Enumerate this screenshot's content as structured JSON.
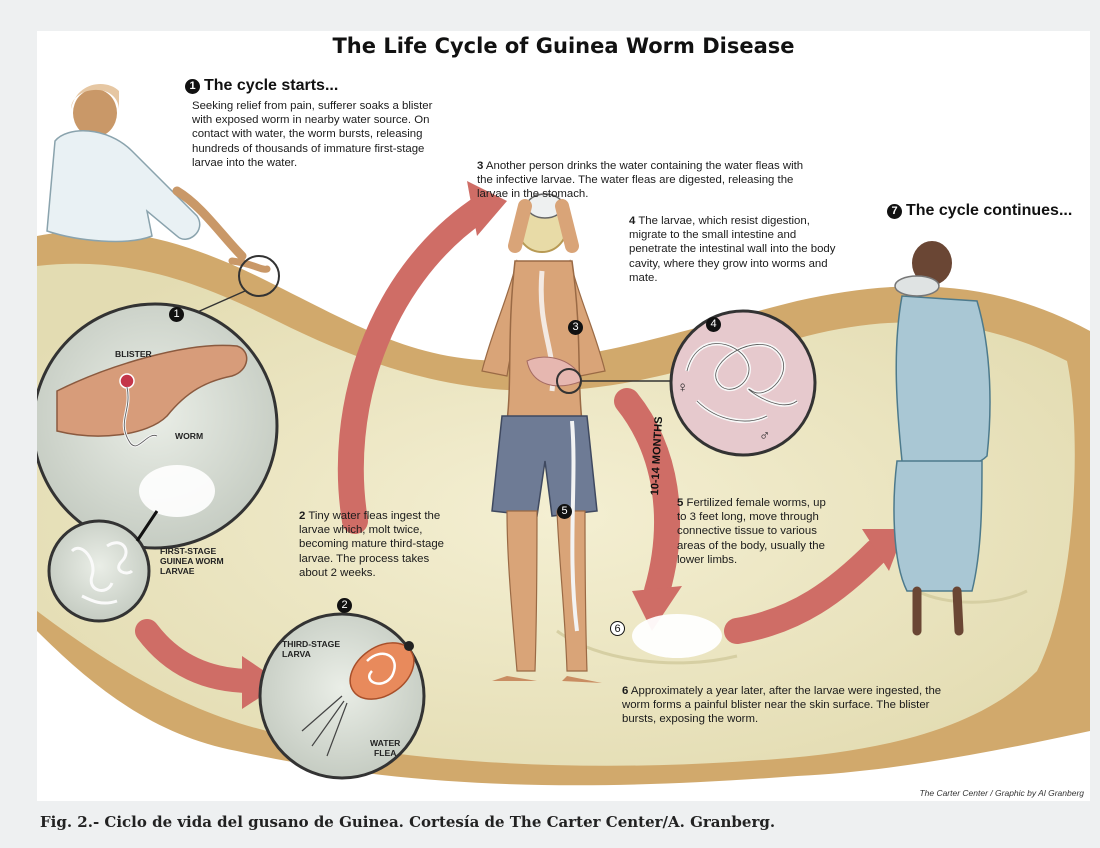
{
  "title": "The Life Cycle of Guinea Worm Disease",
  "step1": {
    "num": "1",
    "heading": "The cycle starts...",
    "text": "Seeking relief from pain, sufferer soaks a blister with exposed worm in nearby water source. On contact with water, the worm bursts, releasing hundreds of thousands of immature first-stage larvae into the water."
  },
  "step2": {
    "num": "2",
    "text": "Tiny water fleas ingest the larvae which, molt twice, becoming mature third-stage larvae. The process takes about 2 weeks."
  },
  "step3": {
    "num": "3",
    "text": "Another person drinks the water containing the water fleas with the infective larvae. The water fleas are digested, releasing the larvae in the stomach."
  },
  "step4": {
    "num": "4",
    "text": "The larvae, which resist digestion, migrate to the small intestine and penetrate the intestinal wall into the body cavity, where they grow into worms and mate."
  },
  "step5": {
    "num": "5",
    "text": "Fertilized female worms, up to 3 feet long, move through connective tissue to various areas of the body, usually the lower limbs."
  },
  "step6": {
    "num": "6",
    "text": "Approximately a year later, after the larvae were ingested, the worm forms a painful blister near the skin surface. The blister bursts, exposing the worm."
  },
  "step7": {
    "num": "7",
    "heading": "The cycle continues..."
  },
  "labels": {
    "blister": "BLISTER",
    "worm": "WORM",
    "first_stage_1": "FIRST-STAGE",
    "first_stage_2": "GUINEA WORM",
    "first_stage_3": "LARVAE",
    "third_stage_1": "THIRD-STAGE",
    "third_stage_2": "LARVA",
    "water_flea_1": "WATER",
    "water_flea_2": "FLEA",
    "months": "10-14 MONTHS",
    "female": "♀",
    "male": "♂"
  },
  "circle_numbers": [
    "1",
    "2",
    "3",
    "4",
    "5",
    "6"
  ],
  "credit": "The Carter Center / Graphic by Al Granberg",
  "caption": "Fig. 2.- Ciclo de vida del gusano de Guinea. Cortesía de The Carter Center/A. Granberg.",
  "colors": {
    "arrow": "#cf6d66",
    "water": "#ece6c2",
    "mud": "#c99a52",
    "skin": "#d9a478",
    "shorts": "#6e7b95",
    "robe_blue": "#a9c7d4"
  }
}
